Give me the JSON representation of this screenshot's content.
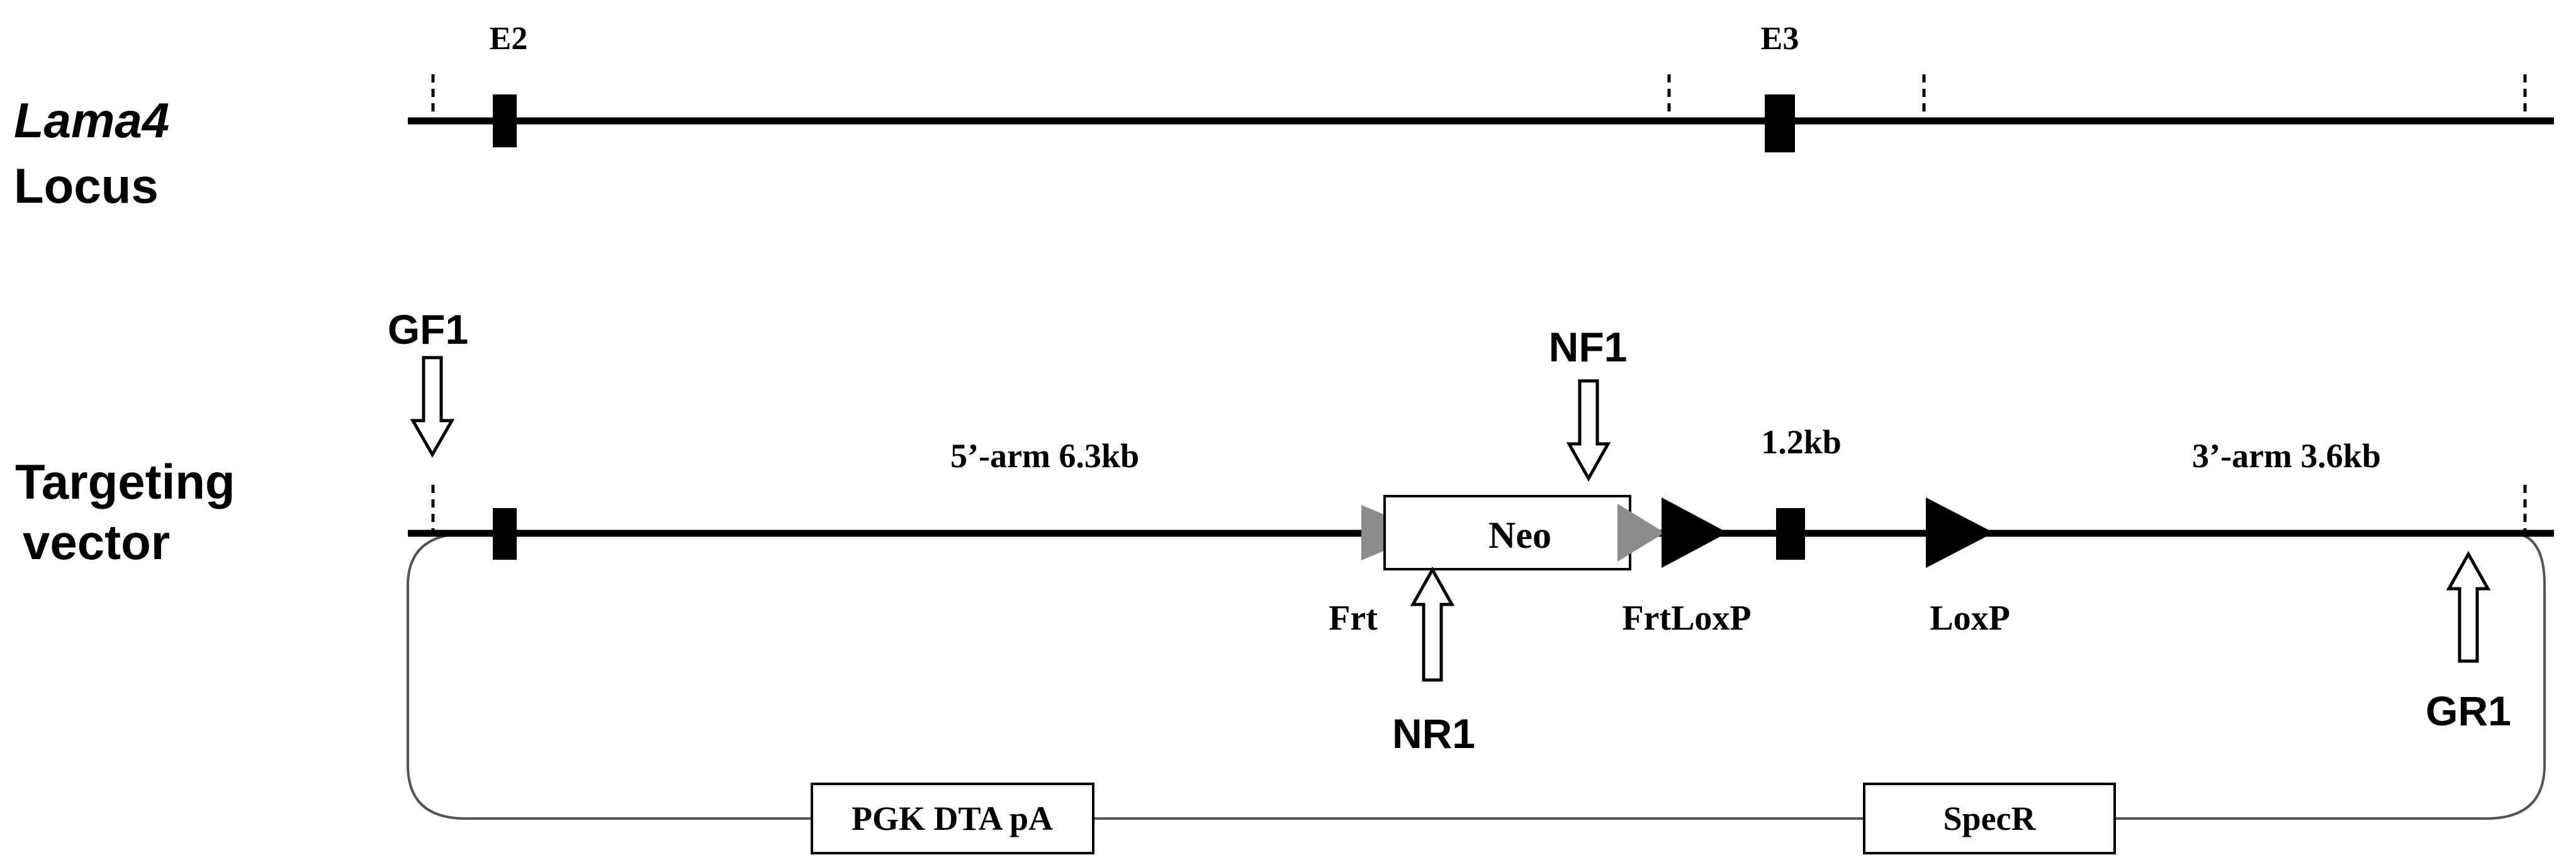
{
  "locus": {
    "label_italic": "Lama4",
    "label_line2": "Locus",
    "exons": [
      "E2",
      "E3"
    ]
  },
  "vector": {
    "label_line1": "Targeting",
    "label_line2": "vector",
    "arm5": "5’-arm 6.3kb",
    "arm3": "3’-arm 3.6kb",
    "segment": "1.2kb",
    "neo": "Neo",
    "frt": "Frt",
    "frtloxp": "FrtLoxP",
    "loxp": "LoxP"
  },
  "primers": {
    "gf1": "GF1",
    "nf1": "NF1",
    "nr1": "NR1",
    "gr1": "GR1"
  },
  "backbone": {
    "pgk": "PGK DTA pA",
    "specr": "SpecR"
  },
  "colors": {
    "line": "#000000",
    "frt_triangle": "#8c8c8c",
    "loxp_triangle": "#000000",
    "backbone_line": "#555555"
  }
}
